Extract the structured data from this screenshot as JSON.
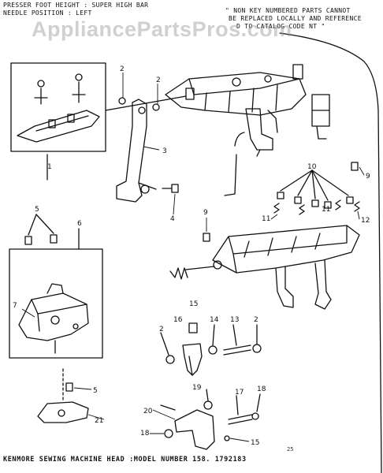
{
  "header": {
    "presser_foot_line": "PRESSER FOOT HEIGHT : SUPER HIGH BAR",
    "needle_position_line": "NEEDLE POSITION : LEFT",
    "note_line1": "\" NON KEY NUMBERED PARTS CANNOT",
    "note_line2": "BE REPLACED LOCALLY AND REFERENCE",
    "note_line3": "D TO   CATALOG CODE NT \""
  },
  "watermark": "AppliancePartsPros.com",
  "callouts": [
    "1",
    "2",
    "2",
    "3",
    "4",
    "5",
    "6",
    "7",
    "9",
    "9",
    "10",
    "11",
    "11",
    "12",
    "13",
    "14",
    "2",
    "2",
    "15",
    "16",
    "17",
    "18",
    "18",
    "19",
    "20",
    "21",
    "5",
    "15"
  ],
  "footer": "KENMORE SEWING MACHINE HEAD :MODEL NUMBER 158. 1792183",
  "page_number": "25",
  "colors": {
    "ink": "#111111",
    "watermark": "#969696",
    "background": "#ffffff"
  }
}
